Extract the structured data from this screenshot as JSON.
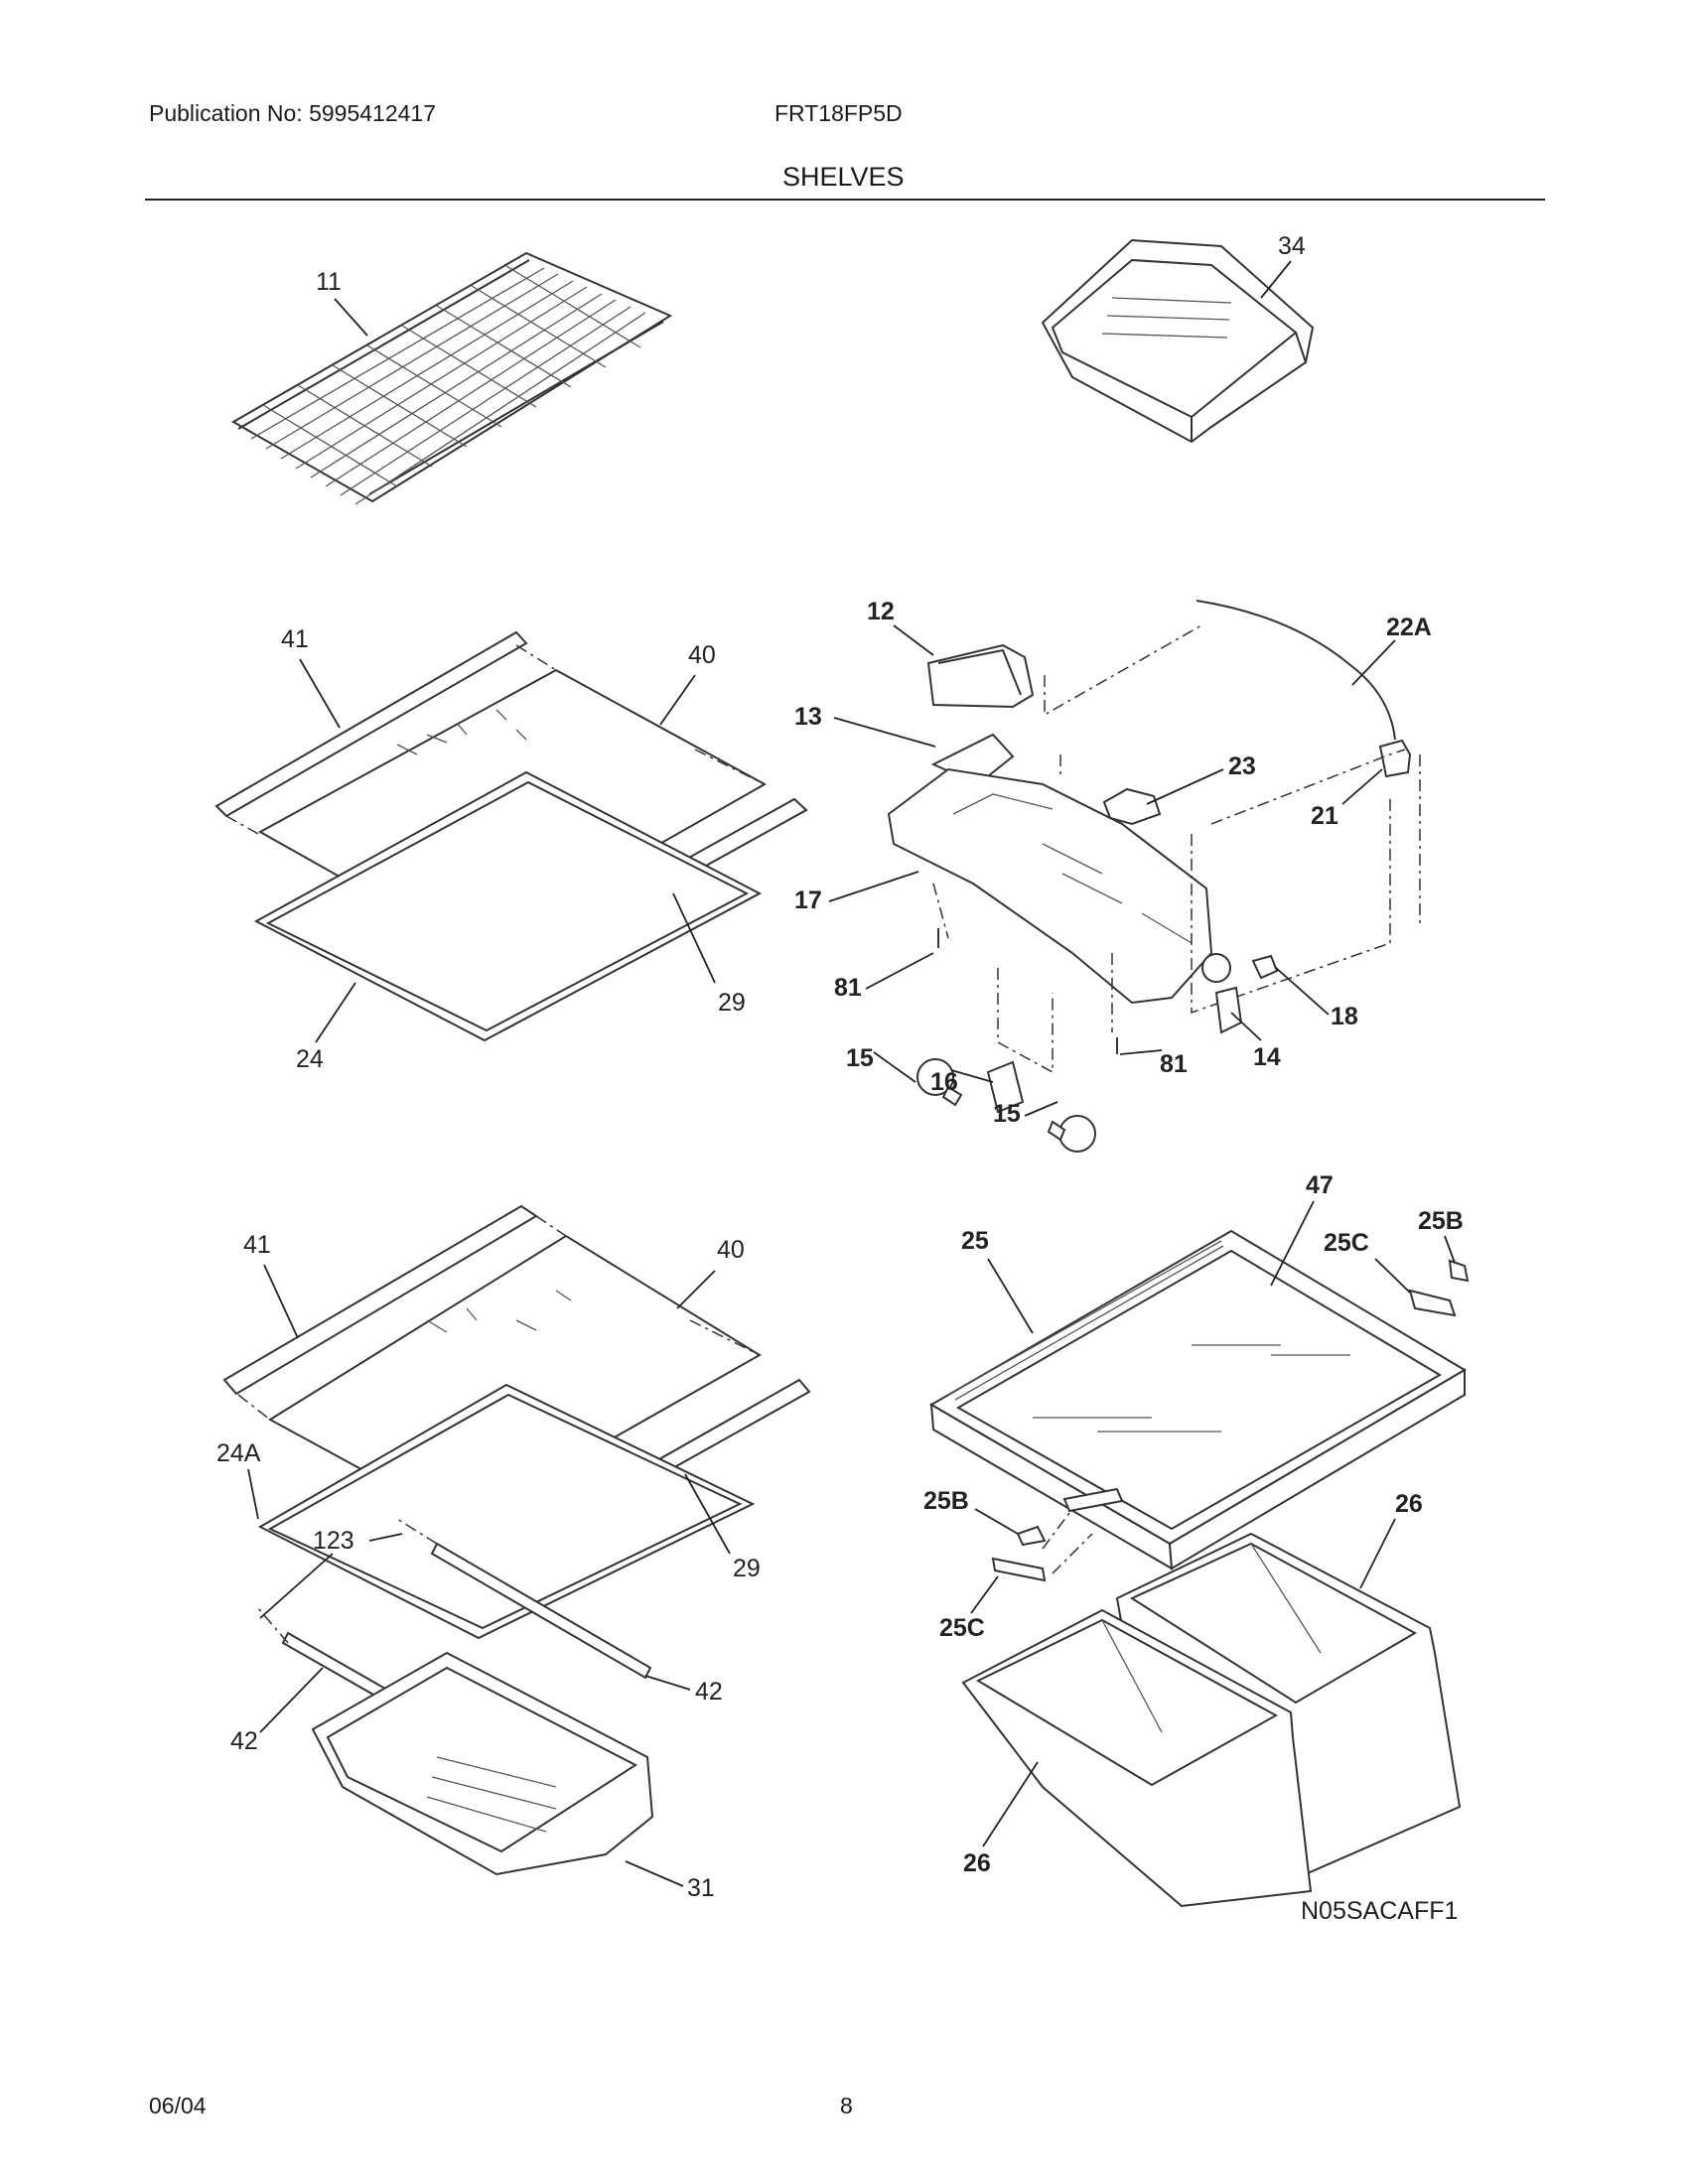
{
  "header": {
    "publication": "Publication No: 5995412417",
    "model": "FRT18FP5D",
    "section_title": "SHELVES"
  },
  "callouts": {
    "c11": "11",
    "c34": "34",
    "c41a": "41",
    "c40a": "40",
    "c29a": "29",
    "c24": "24",
    "c12": "12",
    "c13": "13",
    "c17": "17",
    "c81a": "81",
    "c15a": "15",
    "c16": "16",
    "c15b": "15",
    "c81b": "81",
    "c14": "14",
    "c18": "18",
    "c23": "23",
    "c21": "21",
    "c22a": "22A",
    "c41b": "41",
    "c40b": "40",
    "c24a": "24A",
    "c123": "123",
    "c29b": "29",
    "c42a": "42",
    "c42b": "42",
    "c31": "31",
    "c47": "47",
    "c25": "25",
    "c25c_top": "25C",
    "c25b_top": "25B",
    "c25b_mid": "25B",
    "c25c_mid": "25C",
    "c26a": "26",
    "c26b": "26"
  },
  "diagram_code": "N05SACAFF1",
  "footer": {
    "date": "06/04",
    "page_number": "8"
  }
}
